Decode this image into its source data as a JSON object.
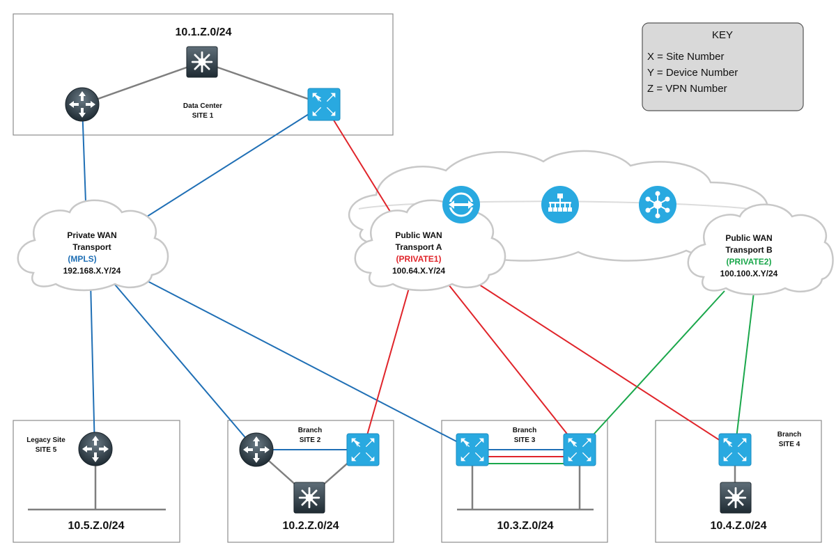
{
  "key": {
    "title": "KEY",
    "lines": [
      "X = Site Number",
      "Y = Device Number",
      "Z = VPN Number"
    ]
  },
  "sites": {
    "site1": {
      "subnet": "10.1.Z.0/24",
      "label_line1": "Data Center",
      "label_line2": "SITE 1"
    },
    "site2": {
      "subnet": "10.2.Z.0/24",
      "label_line1": "Branch",
      "label_line2": "SITE 2"
    },
    "site3": {
      "subnet": "10.3.Z.0/24",
      "label_line1": "Branch",
      "label_line2": "SITE 3"
    },
    "site4": {
      "subnet": "10.4.Z.0/24",
      "label_line1": "Branch",
      "label_line2": "SITE 4"
    },
    "site5": {
      "subnet": "10.5.Z.0/24",
      "label_line1": "Legacy Site",
      "label_line2": "SITE 5"
    }
  },
  "clouds": {
    "private_wan": {
      "line1": "Private WAN",
      "line2": "Transport",
      "tag": "(MPLS)",
      "subnet": "192.168.X.Y/24"
    },
    "public_a": {
      "line1": "Public WAN",
      "line2": "Transport A",
      "tag": "(PRIVATE1)",
      "subnet": "100.64.X.Y/24"
    },
    "public_b": {
      "line1": "Public WAN",
      "line2": "Transport B",
      "tag": "(PRIVATE2)",
      "subnet": "100.100.X.Y/24"
    }
  },
  "colors": {
    "mpls": "#1f6fb5",
    "private1": "#e0242a",
    "private2": "#1aa74b",
    "device_blue": "#29a9e0",
    "device_dark": "#2f3d46"
  },
  "icons": [
    "router-icon",
    "sdwan-edge-icon",
    "layer3-switch-icon",
    "orchestrator-icon",
    "controller-icon",
    "manager-icon"
  ]
}
